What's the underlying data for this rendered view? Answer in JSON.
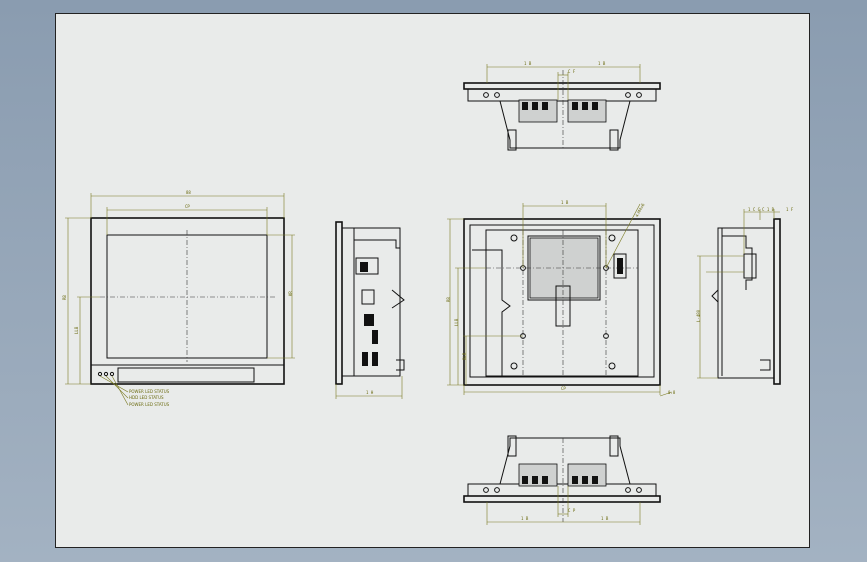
{
  "drawing": {
    "colors": {
      "background": "#8e9fb2",
      "sheet": "#e9ebea",
      "outline": "#111111",
      "dimension": "#7a7a22"
    },
    "front_view": {
      "dim_overall_width": "88",
      "dim_screen_width": "CP",
      "dim_overall_height": "RB",
      "dim_screen_height": "KR",
      "dim_right_height": "RB",
      "dim_left_inner": "LLB",
      "callouts": [
        "POWER LED STATUS",
        "HDD LED STATUS",
        "POWER LED STATUS"
      ]
    },
    "side_view_left": {
      "dim_depth": "1 H"
    },
    "rear_view": {
      "dim_vesa_width": "1 B",
      "dim_overall_width": "CP",
      "dim_left_a": "LLB",
      "dim_left_b": "BLR",
      "dim_left_c": "RB",
      "dim_corner": "0.8",
      "callout_diag": "4-M4x6"
    },
    "side_view_right": {
      "dim_top_a": "1 C C",
      "dim_top_b": "C 1 B",
      "dim_top_c": "1 F",
      "dim_height": "L-480"
    },
    "top_view": {
      "dim_left": "1 B",
      "dim_center": "C F",
      "dim_right": "1 B"
    },
    "bottom_view": {
      "dim_left": "1 B",
      "dim_center": "C P",
      "dim_right": "1 B"
    }
  }
}
